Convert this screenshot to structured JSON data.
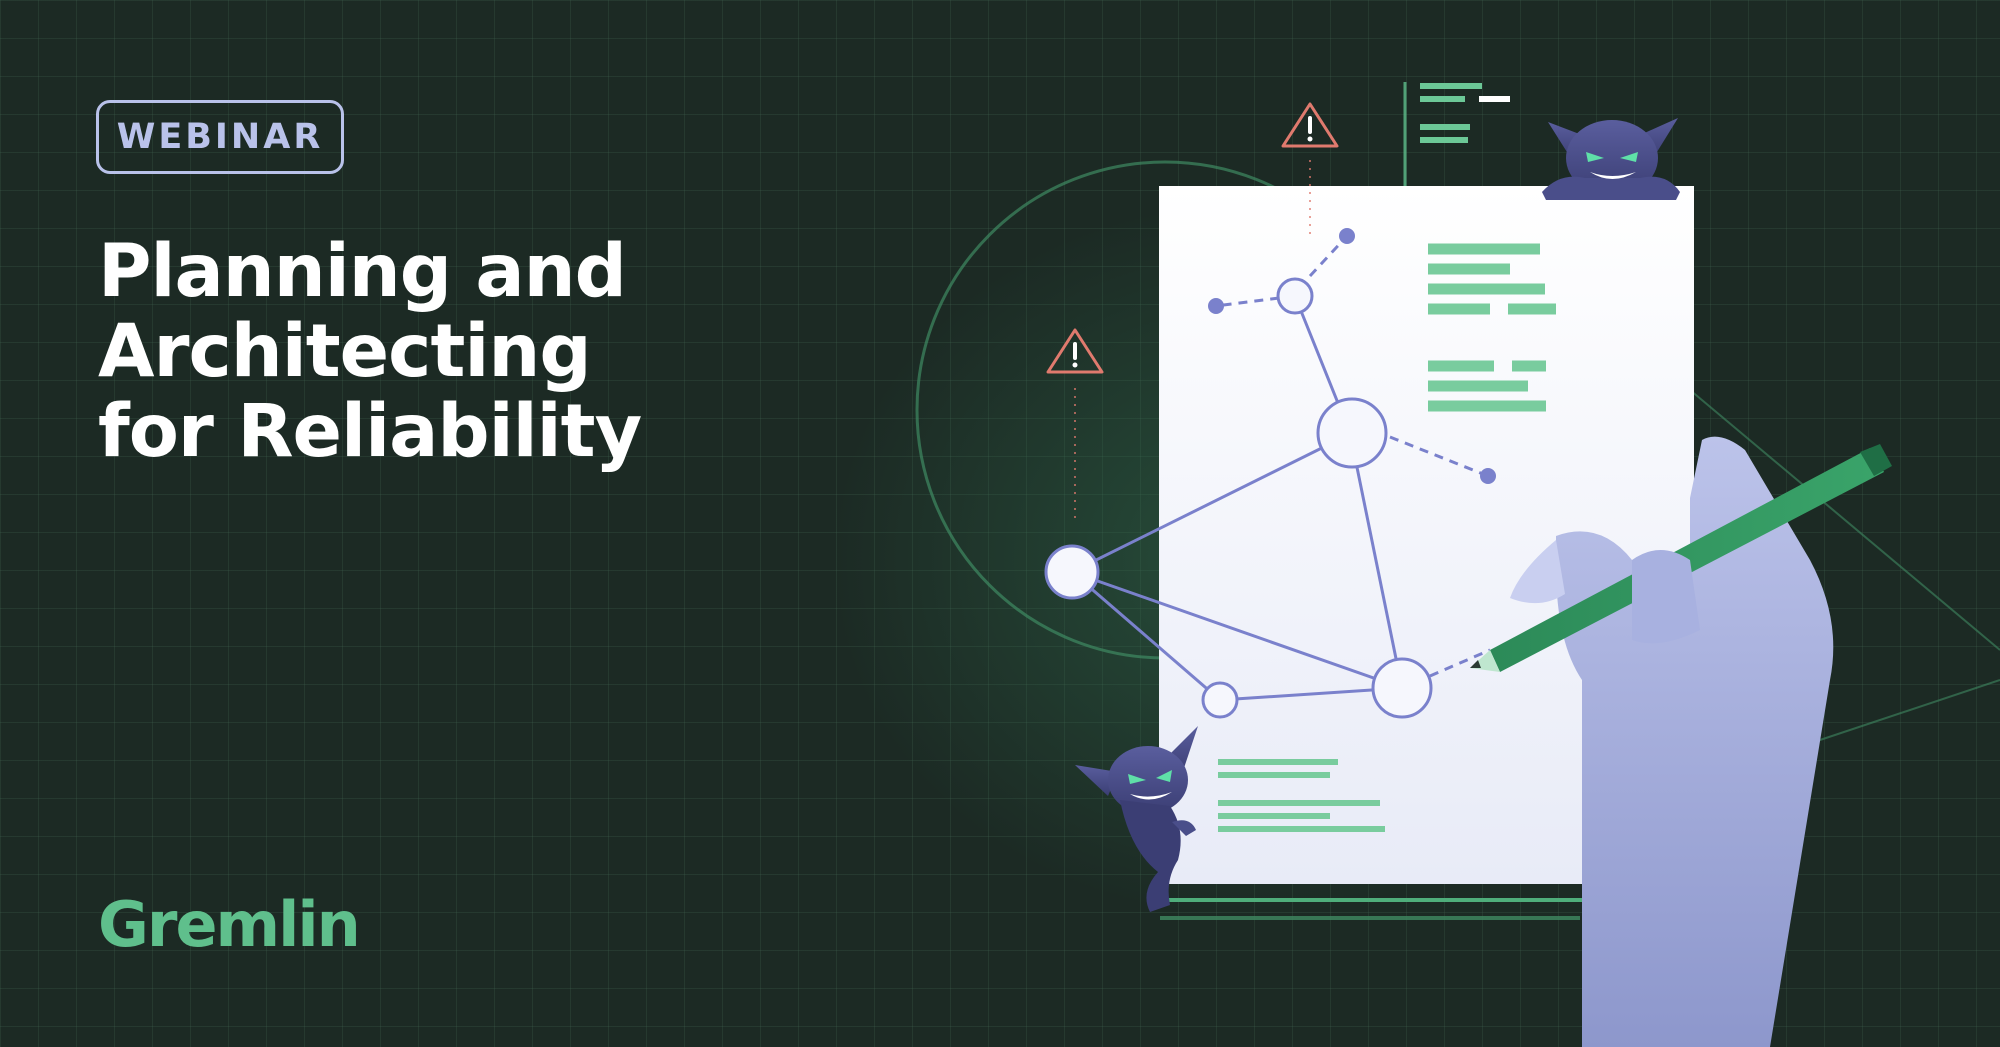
{
  "badge": {
    "label": "WEBINAR"
  },
  "title": {
    "line1": "Planning and Architecting",
    "line2": "for Reliability"
  },
  "brand": {
    "name": "Gremlin"
  },
  "colors": {
    "background": "#1c2a24",
    "accent_green": "#5fbf8c",
    "accent_purple": "#7a81cc",
    "badge_border": "#b9c2ea",
    "warning_red": "#e07a6e",
    "hand": "#98a2d6"
  },
  "icons": [
    "warning-icon",
    "gremlin-mascot-icon",
    "pen-icon",
    "hand-icon"
  ]
}
